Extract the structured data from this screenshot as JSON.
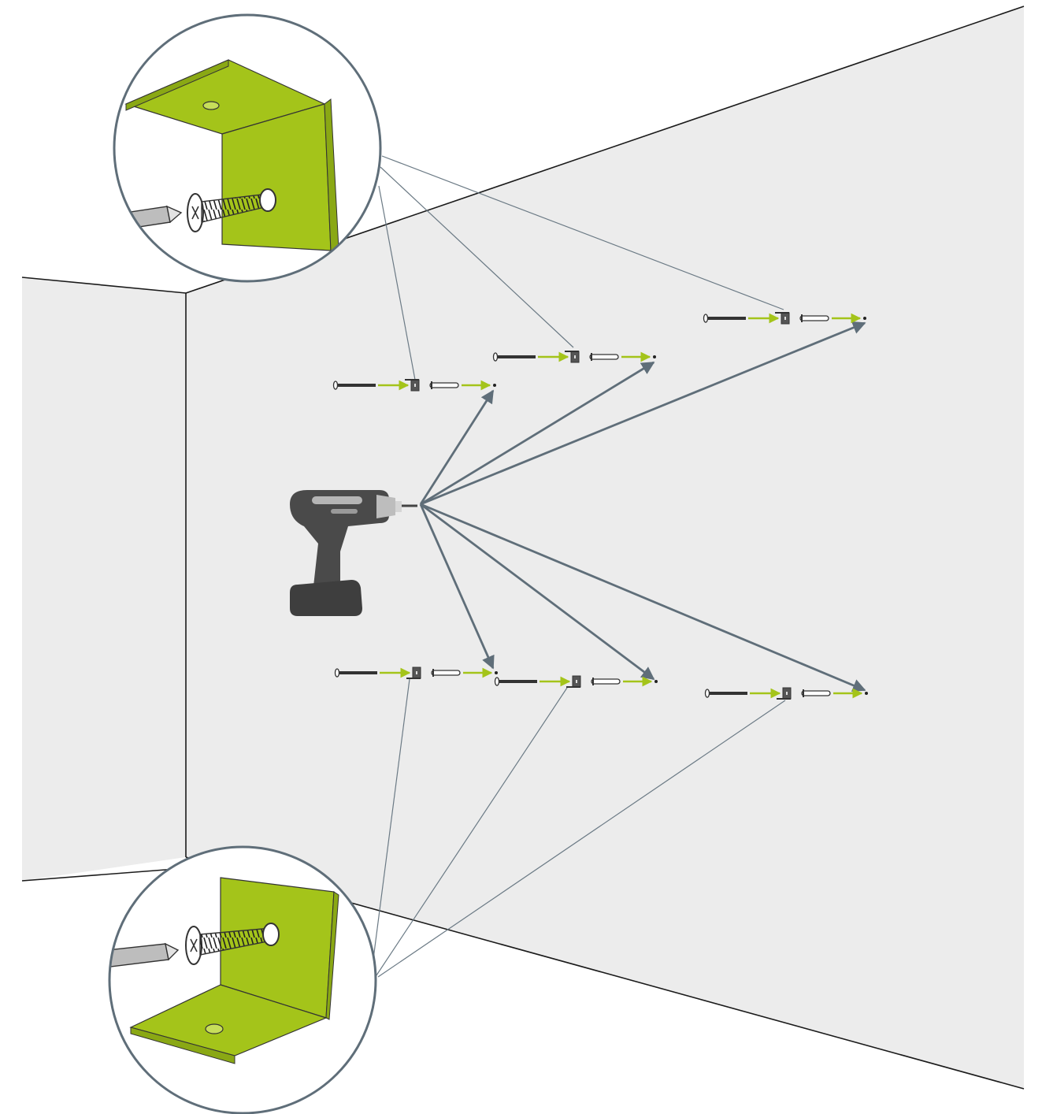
{
  "title": "",
  "colors": {
    "wall": "#ececec",
    "outline": "#1a1a1a",
    "leader": "#6b7a85",
    "arrow": "#5f6e79",
    "green": "#a4c41a",
    "green_side": "#8aa814",
    "screw": "#333333",
    "drill_dark": "#4a4a4a",
    "drill_light": "#b5b5b5"
  },
  "scene": {
    "wall": "wall-panel",
    "tool": "drill-icon",
    "callouts": [
      "bracket-detail-top",
      "bracket-detail-bottom"
    ],
    "fixing_points": 6,
    "fixing_sequence": [
      "screw-icon",
      "bracket-icon",
      "wall-plug-icon",
      "drill-hole"
    ]
  }
}
